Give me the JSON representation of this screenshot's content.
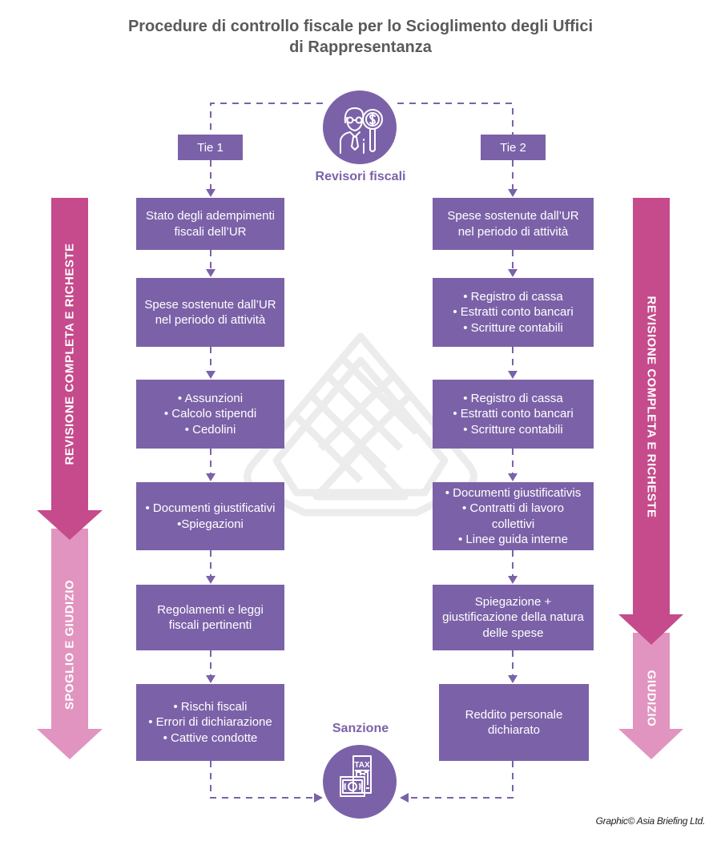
{
  "title": {
    "line1": "Procedure di controllo fiscale per lo Scioglimento degli Uffici",
    "line2": "di Rappresentanza"
  },
  "top_node": {
    "label": "Revisori fiscali",
    "icon": "tax-auditor-icon"
  },
  "bottom_node": {
    "label": "Sanzione",
    "icon": "tax-money-icon"
  },
  "tiers": [
    {
      "label": "Tie 1"
    },
    {
      "label": "Tie 2"
    }
  ],
  "left_column": [
    {
      "lines": [
        "Stato degli adempimenti",
        "fiscali dell’UR"
      ]
    },
    {
      "lines": [
        "Spese sostenute dall’UR",
        "nel periodo di attività"
      ]
    },
    {
      "lines": [
        "• Assunzioni",
        "• Calcolo stipendi",
        "• Cedolini"
      ]
    },
    {
      "lines": [
        "• Documenti giustificativi",
        "•Spiegazioni"
      ]
    },
    {
      "lines": [
        "Regolamenti e leggi",
        "fiscali pertinenti"
      ]
    },
    {
      "lines": [
        "• Rischi fiscali",
        "• Errori di dichiarazione",
        "• Cattive condotte"
      ]
    }
  ],
  "right_column": [
    {
      "lines": [
        "Spese sostenute dall’UR",
        "nel periodo di attività"
      ]
    },
    {
      "lines": [
        "• Registro di cassa",
        "• Estratti conto bancari",
        "• Scritture contabili"
      ]
    },
    {
      "lines": [
        "• Registro di cassa",
        "• Estratti conto bancari",
        "• Scritture contabili"
      ]
    },
    {
      "lines": [
        "• Documenti giustificativis",
        "• Contratti di lavoro",
        "collettivi",
        "• Linee guida interne"
      ]
    },
    {
      "lines": [
        "Spiegazione +",
        "giustificazione della natura",
        "delle spese"
      ]
    },
    {
      "lines": [
        "Reddito personale",
        "dichiarato"
      ]
    }
  ],
  "side_arrows": {
    "left": {
      "upper": "REVISIONE COMPLETA E RICHESTE",
      "lower": "SPOGLIO E GIUDIZIO"
    },
    "right": {
      "upper": "REVISIONE COMPLETA E RICHESTE",
      "lower": "GIUDIZIO"
    }
  },
  "credit": "Graphic© Asia Briefing Ltd.",
  "colors": {
    "box_purple": "#7b62a8",
    "arrow_dark_pink": "#c54b8c",
    "arrow_light_pink": "#e194c0",
    "title_gray": "#5a5a5a"
  }
}
